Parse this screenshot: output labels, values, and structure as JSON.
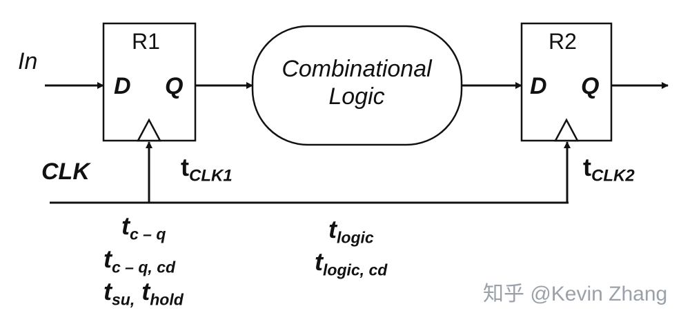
{
  "registers": [
    {
      "title": "R1",
      "d_pin": "D",
      "q_pin": "Q"
    },
    {
      "title": "R2",
      "d_pin": "D",
      "q_pin": "Q"
    }
  ],
  "input_label": "In",
  "clock_label": "CLK",
  "logic_block": {
    "line1": "Combinational",
    "line2": "Logic"
  },
  "clock_delays": [
    {
      "t": "t",
      "sub": "CLK1"
    },
    {
      "t": "t",
      "sub": "CLK2"
    }
  ],
  "register_params": {
    "tcq_sub": "c – q",
    "tcqcd_sub": "c – q, cd",
    "tsu_sub": "su,",
    "thold_sub": "hold"
  },
  "logic_params": {
    "tlogic_sub": "logic",
    "tlogiccd_sub": "logic, cd"
  },
  "watermark": "知乎 @Kevin Zhang",
  "colors": {
    "line": "#111111",
    "background": "#ffffff",
    "watermark": "#9aa1a8"
  }
}
